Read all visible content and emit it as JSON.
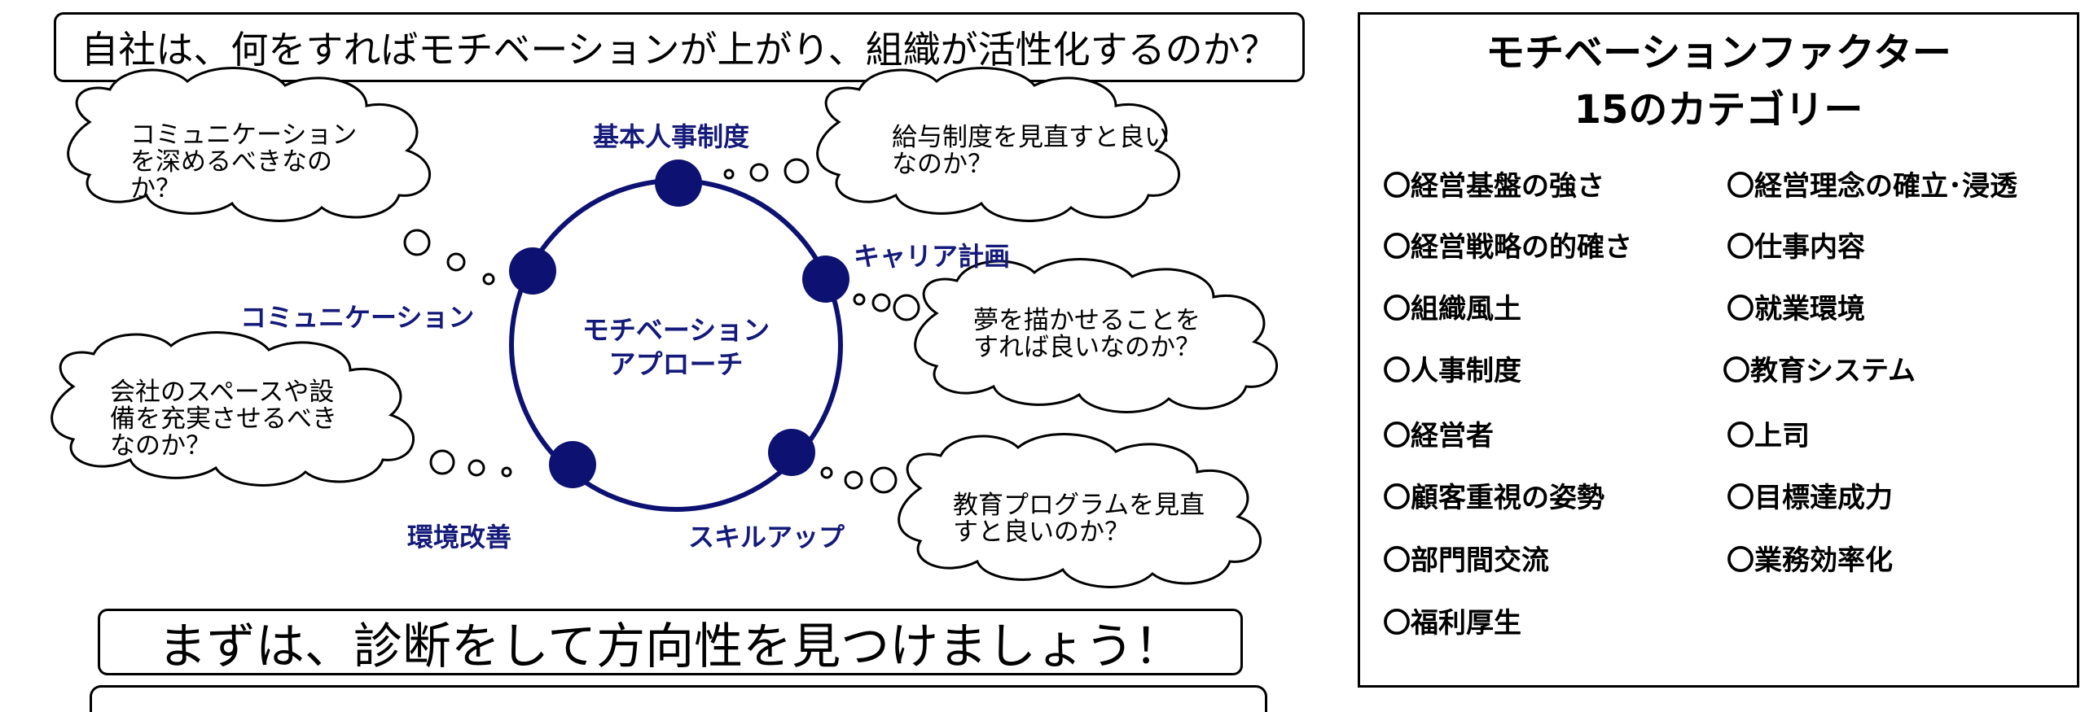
{
  "header": {
    "question": "自社は、何をすればモチベーションが上がり、組織が活性化するのか？"
  },
  "diagram": {
    "center_label_line1": "モチベーション",
    "center_label_line2": "アプローチ",
    "nodes": [
      {
        "label": "基本人事制度"
      },
      {
        "label": "キャリア計画"
      },
      {
        "label": "スキルアップ"
      },
      {
        "label": "環境改善"
      },
      {
        "label": "コミュニケーション"
      }
    ],
    "node_color": "#0d1272",
    "thoughts": [
      {
        "lines": [
          "コミュニケーション",
          "を深めるべきなの",
          "か？"
        ]
      },
      {
        "lines": [
          "給与制度を見直すと良い",
          "なのか？"
        ]
      },
      {
        "lines": [
          "夢を描かせることを",
          "すれば良いなのか？"
        ]
      },
      {
        "lines": [
          "会社のスペースや設",
          "備を充実させるべき",
          "なのか？"
        ]
      },
      {
        "lines": [
          "教育プログラムを見直",
          "すと良いのか？"
        ]
      }
    ]
  },
  "footer": {
    "call_to_action": "まずは、診断をして方向性を見つけましょう！"
  },
  "factors_panel": {
    "title_line1": "モチベーションファクター",
    "title_line2": "15のカテゴリー",
    "items": [
      "〇経営基盤の強さ",
      "〇経営理念の確立･浸透",
      "〇経営戦略の的確さ",
      "〇仕事内容",
      "〇組織風土",
      "〇就業環境",
      "〇人事制度",
      "〇教育システム",
      "〇経営者",
      "〇上司",
      "〇顧客重視の姿勢",
      "〇目標達成力",
      "〇部門間交流",
      "〇業務効率化",
      "〇福利厚生"
    ]
  }
}
